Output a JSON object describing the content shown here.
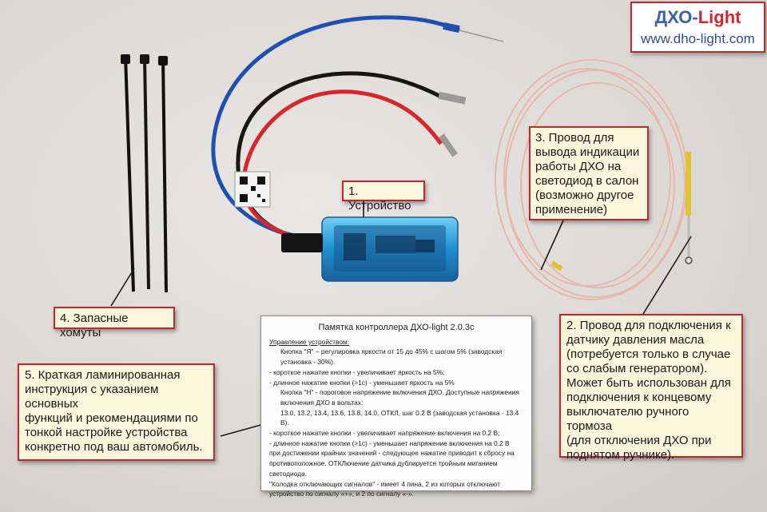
{
  "brand": {
    "title_main": "ДХО-",
    "title_accent": "Light",
    "url": "www.dho-light.com"
  },
  "callouts": {
    "device": [
      "1. Устройство"
    ],
    "oil_pressure": [
      "2. Провод для подключения к",
      "датчику давления масла",
      "(потребуется только в случае",
      "со слабым генератором).",
      "Может быть использован для",
      "подключения к концевому",
      "выключателю ручного тормоза",
      "(для отключения ДХО при",
      "поднятом ручнике)."
    ],
    "indicator": [
      "3. Провод для",
      "вывода индикации",
      "работы ДХО на",
      "светодиод в салон",
      "(возможно другое",
      "применение)"
    ],
    "ties": [
      "4. Запасные хомуты"
    ],
    "manual": [
      "5. Краткая ламинированная",
      "инструкция с указанием основных",
      "функций и рекомендациями по",
      "тонкой настройке устройства",
      "конкретно под ваш автомобиль."
    ]
  },
  "instruction_card": {
    "title": "Памятка контроллера ДХО-light  2.0.3c",
    "lines": [
      "Управление устройством:",
      "Кнопка \"Я\" – регулировка яркости от 15 до 45% с шагом 5% (заводская установка - 30%).",
      "- короткое нажатие кнопки - увеличивает яркость на 5%;",
      "- длинное нажатие кнопки (>1с) - уменьшает яркость на 5%",
      "Кнопка \"Н\" - пороговое напряжение включения ДХО. Доступные напряжения включения ДХО в вольтах:",
      "13.0, 13.2, 13.4, 13.6, 13.8, 14.0, ОТКЛ,  шаг 0.2 В (заводская установка - 13.4 В).",
      "- короткое нажатие кнопки - увеличивает напряжение включения на 0.2 В;",
      "- длинное нажатие кнопки (>1с) - уменьшает напряжение включения на 0.2 В",
      "при достижении крайних значений - следующее нажатие приводит к сбросу на противоположное. ОТКЛючение датчика дублируется тройным миганием светодиода.",
      "\"Колодка отключающих сигналов\" - имеет 4 пина, 2 из которых отключают устройство по сигналу «+», и 2 по сигналу «-»."
    ]
  },
  "qr_sticker": {
    "label": "QR"
  },
  "colors": {
    "callout_border": "#c0282d",
    "callout_fill": "#fbf6dc",
    "brand_blue": "#3a62a8",
    "brand_red": "#d1282d",
    "device_blue": "#1e88c8"
  }
}
